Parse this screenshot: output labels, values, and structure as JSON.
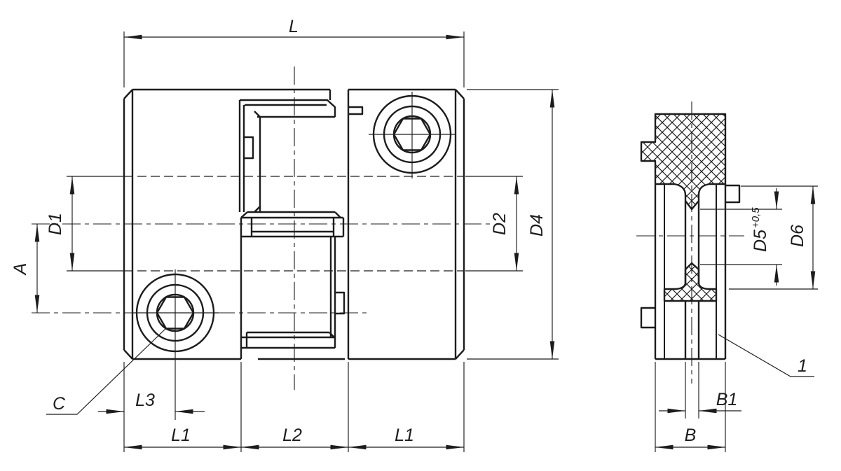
{
  "page": {
    "background": "#ffffff",
    "line_color": "#1c1c1c"
  },
  "front_view": {
    "dim_length_total": "L",
    "dim_bore_left": "D1",
    "dim_axis_offset": "A",
    "callout_countersink": "C",
    "dim_screw_offset": "L3",
    "dim_section_left": "L1",
    "dim_section_center": "L2",
    "dim_section_right": "L1",
    "dim_bore_right": "D2",
    "dim_height": "D4"
  },
  "side_view": {
    "dim_slot_bore": "D5",
    "dim_slot_bore_tolerance": "+0,5",
    "dim_hub": "D6",
    "dim_slot_width": "B1",
    "dim_width": "B",
    "callout_part": "1"
  }
}
